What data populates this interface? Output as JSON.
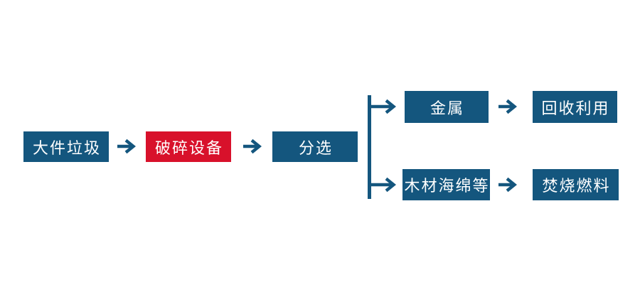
{
  "colors": {
    "node_blue": "#14567E",
    "node_red": "#D8112B",
    "arrow_blue": "#14567E",
    "background": "#FFFFFF",
    "text": "#FFFFFF"
  },
  "flow": {
    "type": "flowchart",
    "direction": "left-to-right",
    "nodes": [
      {
        "id": "bulky-waste",
        "label": "大件垃圾",
        "color": "blue"
      },
      {
        "id": "crushing-equipment",
        "label": "破碎设备",
        "color": "red"
      },
      {
        "id": "sorting",
        "label": "分选",
        "color": "blue"
      },
      {
        "id": "metal",
        "label": "金属",
        "color": "blue"
      },
      {
        "id": "recycling",
        "label": "回收利用",
        "color": "blue"
      },
      {
        "id": "wood-sponge-etc",
        "label": "木材海绵等",
        "color": "blue"
      },
      {
        "id": "incineration-fuel",
        "label": "焚烧燃料",
        "color": "blue"
      }
    ],
    "edges": [
      {
        "from": "大件垃圾",
        "to": "破碎设备"
      },
      {
        "from": "破碎设备",
        "to": "分选"
      },
      {
        "from": "分选",
        "to": "金属"
      },
      {
        "from": "分选",
        "to": "木材海绵等"
      },
      {
        "from": "金属",
        "to": "回收利用"
      },
      {
        "from": "木材海绵等",
        "to": "焚烧燃料"
      }
    ]
  }
}
